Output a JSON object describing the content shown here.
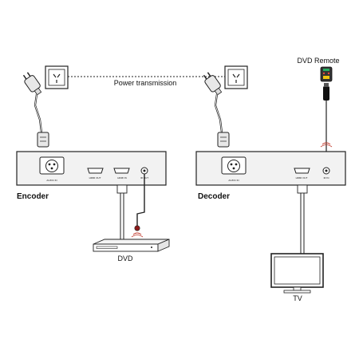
{
  "labels": {
    "power_transmission": "Power transmission",
    "dvd_remote": "DVD Remote",
    "encoder": "Encoder",
    "decoder": "Decoder",
    "dvd": "DVD",
    "tv": "TV"
  },
  "ports": {
    "encoder_power": "AC/DC IN",
    "encoder_hdmi_out": "HDMI OUT",
    "encoder_hdmi_in": "HDMI IN",
    "encoder_ir": "IR OUT",
    "decoder_power": "AC/DC IN",
    "decoder_hdmi_out": "HDMI OUT",
    "decoder_ir": "IR IN"
  },
  "colors": {
    "line": "#222222",
    "box_fill": "#f2f2f2",
    "accent_red": "#c0392b",
    "remote_green": "#27ae60",
    "remote_red": "#e74c3c"
  }
}
